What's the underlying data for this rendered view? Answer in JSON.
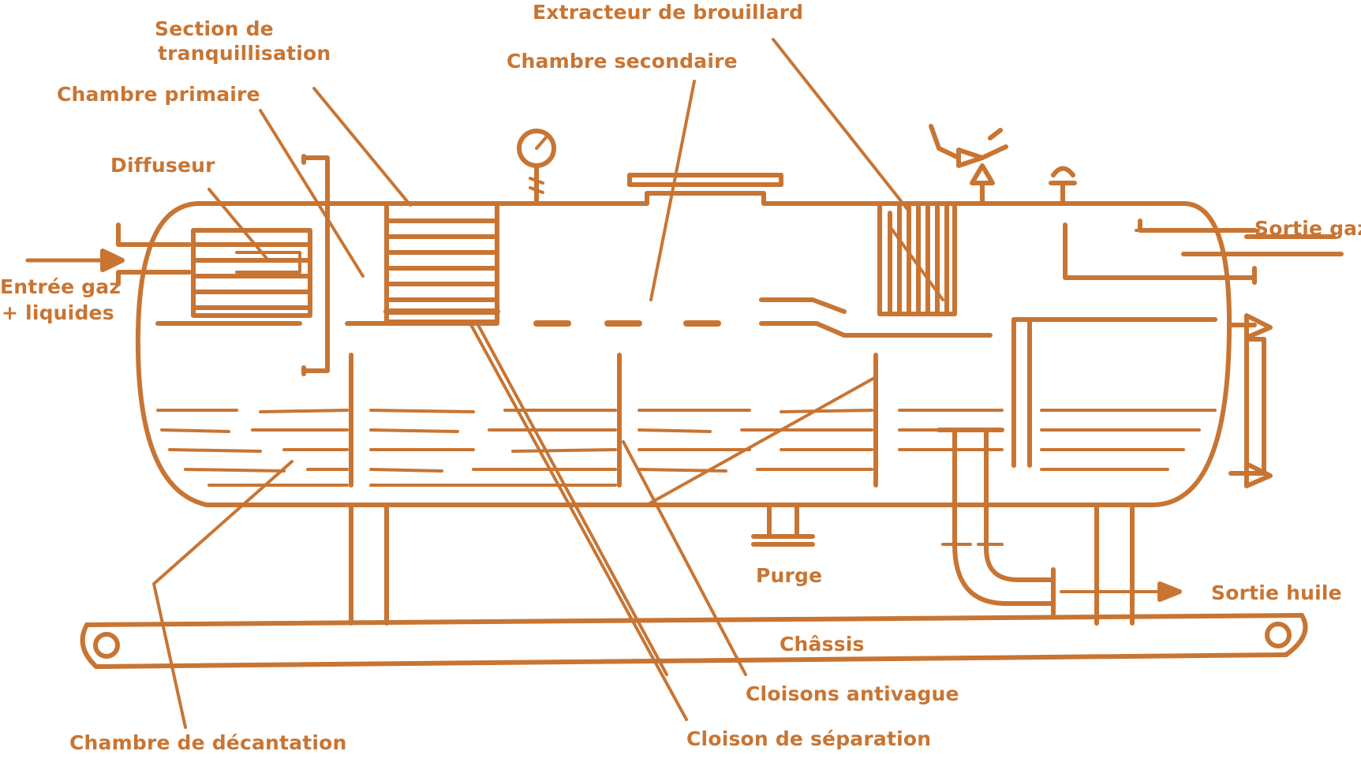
{
  "colors": {
    "ink": "#c87533",
    "background": "#ffffff"
  },
  "labels": {
    "section_tranquillisation_1": "Section de",
    "section_tranquillisation_2": "tranquillisation",
    "extracteur_brouillard": "Extracteur de brouillard",
    "chambre_secondaire": "Chambre secondaire",
    "chambre_primaire": "Chambre primaire",
    "diffuseur": "Diffuseur",
    "entree_1": "Entrée gaz",
    "entree_2": "+ liquides",
    "sortie_gaz": "Sortie gaz",
    "purge": "Purge",
    "sortie_huile": "Sortie huile",
    "chassis": "Châssis",
    "cloisons_antivague": "Cloisons antivague",
    "cloison_separation": "Cloison de séparation",
    "chambre_decantation": "Chambre de décantation"
  },
  "icons": {
    "pressure_gauge": "pressure-gauge-icon",
    "safety_valve": "safety-valve-icon",
    "level_gauge": "level-gauge-icon",
    "vent_cap": "vent-cap-icon"
  }
}
